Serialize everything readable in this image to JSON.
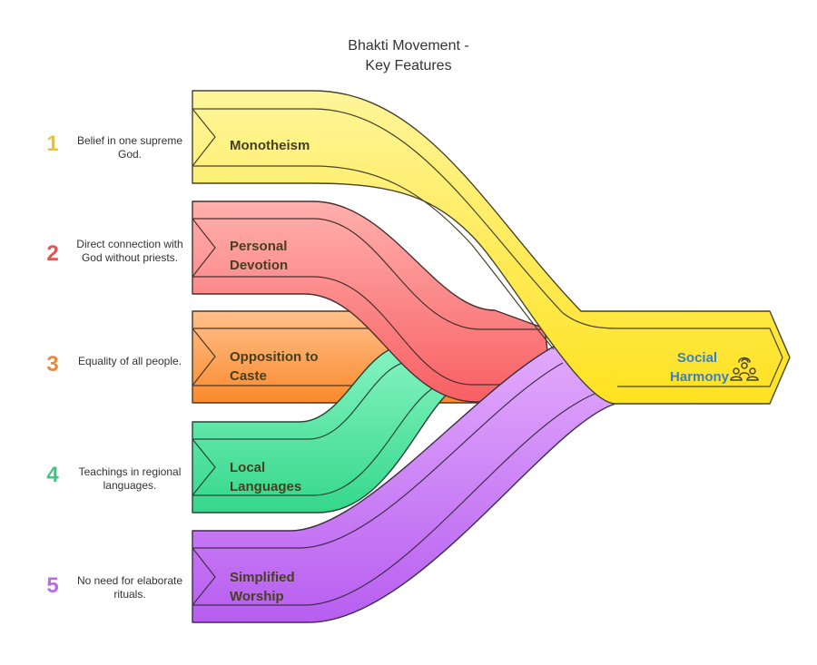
{
  "title": {
    "line1": "Bhakti Movement -",
    "line2": "Key Features"
  },
  "features": [
    {
      "number": "1",
      "label_lines": [
        "Monotheism"
      ],
      "description": "Belief in one supreme God.",
      "number_color": "#e8c62a",
      "fill": "#ffeb58",
      "stroke": "#47432d"
    },
    {
      "number": "2",
      "label_lines": [
        "Personal",
        "Devotion"
      ],
      "description": "Direct connection with God without priests.",
      "number_color": "#e05555",
      "fill": "#ff8a88",
      "stroke": "#4a2f2f"
    },
    {
      "number": "3",
      "label_lines": [
        "Opposition to",
        "Caste"
      ],
      "description": "Equality of all people.",
      "number_color": "#e98a3c",
      "fill": "#ffa45e",
      "stroke": "#4a3827"
    },
    {
      "number": "4",
      "label_lines": [
        "Local",
        "Languages"
      ],
      "description": "Teachings in regional languages.",
      "number_color": "#3fc486",
      "fill": "#55e4a4",
      "stroke": "#254537"
    },
    {
      "number": "5",
      "label_lines": [
        "Simplified",
        "Worship"
      ],
      "description": "No need for elaborate rituals.",
      "number_color": "#b96ce8",
      "fill": "#cf86f5",
      "stroke": "#3f2c4a"
    }
  ],
  "target": {
    "label_lines": [
      "Social",
      "Harmony"
    ],
    "label_color": "#3b7fc4",
    "icon": "people-group-icon"
  }
}
